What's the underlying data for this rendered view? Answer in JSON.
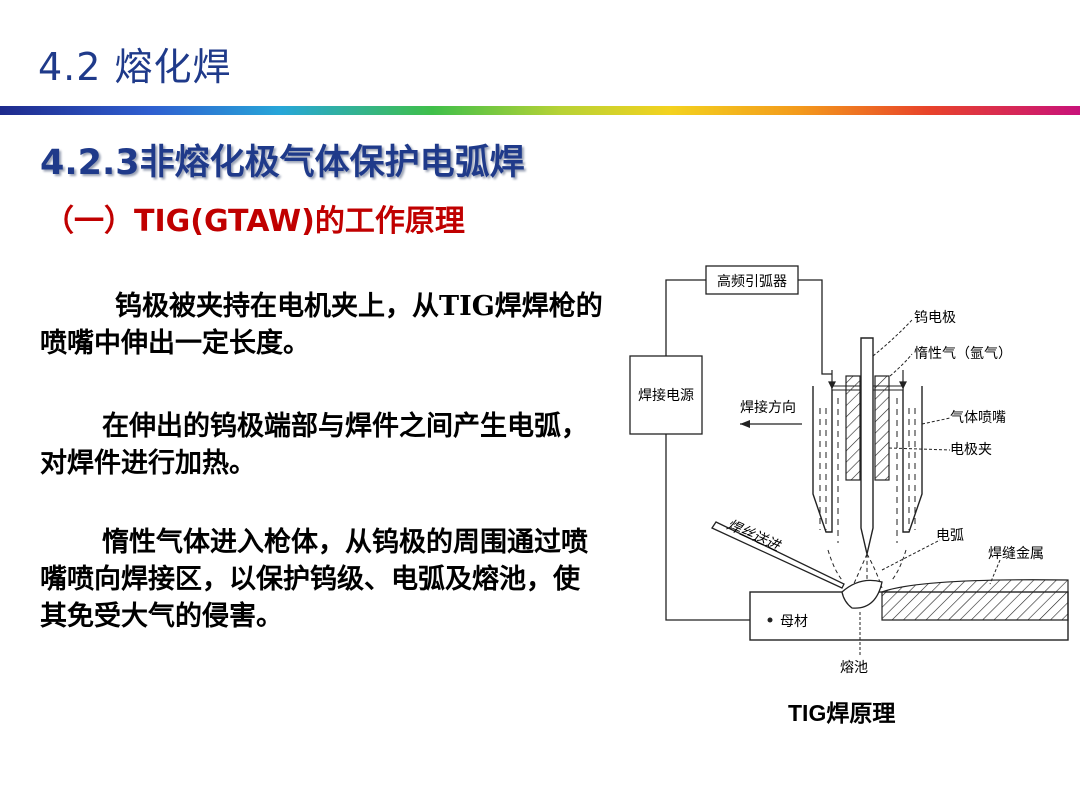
{
  "slide": {
    "title": "4.2 熔化焊",
    "section_heading": "4.2.3非熔化极气体保护电弧焊",
    "subsection_heading": "（一）TIG(GTAW)的工作原理",
    "paragraphs": [
      "钨极被夹持在电机夹上，从TIG焊焊枪的喷嘴中伸出一定长度。",
      "在伸出的钨极端部与焊件之间产生电弧，对焊件进行加热。",
      "惰性气体进入枪体，从钨极的周围通过喷嘴喷向焊接区，以保护钨级、电弧及熔池，使其免受大气的侵害。"
    ],
    "caption": "TIG焊原理"
  },
  "diagram": {
    "labels": {
      "hf_starter": "高频引弧器",
      "power_source": "焊接电源",
      "tungsten_electrode": "钨电极",
      "inert_gas": "惰性气（氩气）",
      "welding_direction": "焊接方向",
      "gas_nozzle": "气体喷嘴",
      "electrode_clamp": "电极夹",
      "wire_feed": "焊丝送进",
      "arc": "电弧",
      "weld_metal": "焊缝金属",
      "base_metal": "母材",
      "weld_pool": "熔池"
    }
  },
  "colors": {
    "title": "#1f3a8a",
    "subsection": "#c00000"
  }
}
